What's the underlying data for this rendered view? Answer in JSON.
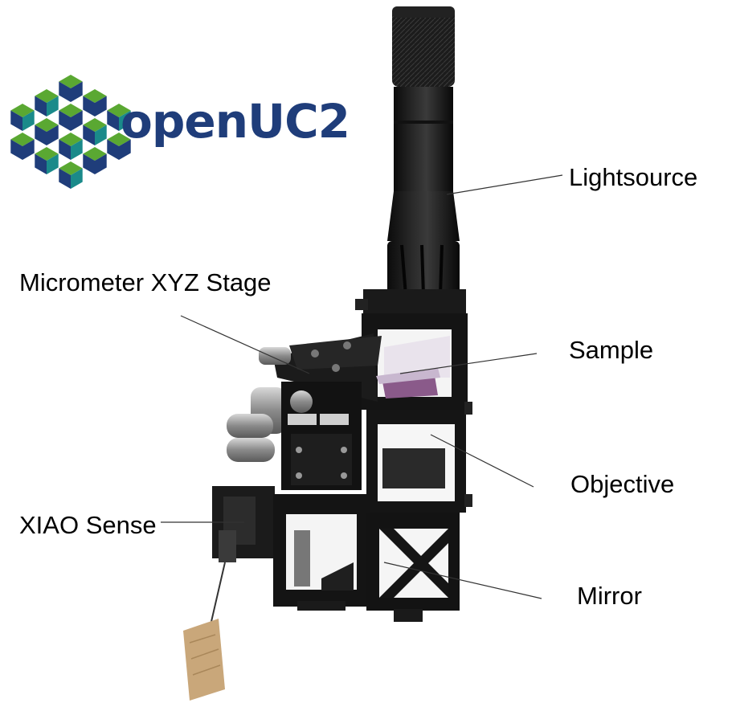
{
  "logo": {
    "text": "openUC2",
    "colors": {
      "navy": "#1f3d7a",
      "green": "#5aa832",
      "teal": "#1a8a8a"
    }
  },
  "labels": {
    "lightsource": "Lightsource",
    "micrometer_stage": "Micrometer XYZ Stage",
    "sample": "Sample",
    "objective": "Objective",
    "xiao_sense": "XIAO Sense",
    "mirror": "Mirror"
  },
  "photo": {
    "subject": "microscope-assembly",
    "colors": {
      "body": "#151515",
      "sample": "#8a5a8a",
      "card": "#c9a77a"
    }
  }
}
